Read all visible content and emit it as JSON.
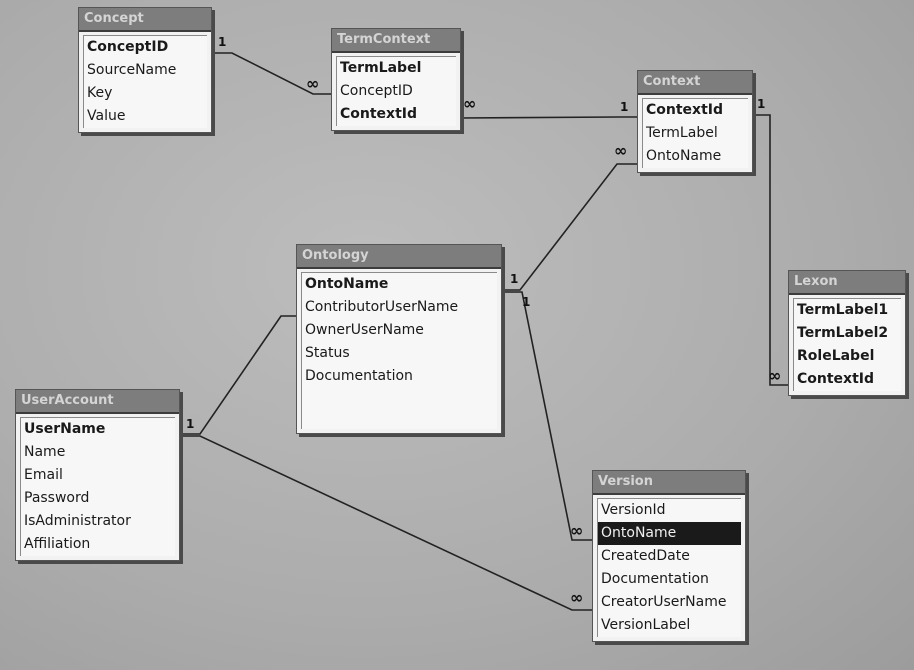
{
  "tables": {
    "concept": {
      "title": "Concept",
      "fields": [
        {
          "name": "ConceptID",
          "pk": true
        },
        {
          "name": "SourceName",
          "pk": false
        },
        {
          "name": "Key",
          "pk": false
        },
        {
          "name": "Value",
          "pk": false
        }
      ]
    },
    "termcontext": {
      "title": "TermContext",
      "fields": [
        {
          "name": "TermLabel",
          "pk": true
        },
        {
          "name": "ConceptID",
          "pk": false
        },
        {
          "name": "ContextId",
          "pk": true
        }
      ]
    },
    "context": {
      "title": "Context",
      "fields": [
        {
          "name": "ContextId",
          "pk": true
        },
        {
          "name": "TermLabel",
          "pk": false
        },
        {
          "name": "OntoName",
          "pk": false
        }
      ]
    },
    "ontology": {
      "title": "Ontology",
      "fields": [
        {
          "name": "OntoName",
          "pk": true
        },
        {
          "name": "ContributorUserName",
          "pk": false
        },
        {
          "name": "OwnerUserName",
          "pk": false
        },
        {
          "name": "Status",
          "pk": false
        },
        {
          "name": "Documentation",
          "pk": false
        }
      ]
    },
    "lexon": {
      "title": "Lexon",
      "fields": [
        {
          "name": "TermLabel1",
          "pk": true
        },
        {
          "name": "TermLabel2",
          "pk": true
        },
        {
          "name": "RoleLabel",
          "pk": true
        },
        {
          "name": "ContextId",
          "pk": true
        }
      ]
    },
    "useraccount": {
      "title": "UserAccount",
      "fields": [
        {
          "name": "UserName",
          "pk": true
        },
        {
          "name": "Name",
          "pk": false
        },
        {
          "name": "Email",
          "pk": false
        },
        {
          "name": "Password",
          "pk": false
        },
        {
          "name": "IsAdministrator",
          "pk": false
        },
        {
          "name": "Affiliation",
          "pk": false
        }
      ]
    },
    "version": {
      "title": "Version",
      "fields": [
        {
          "name": "VersionId",
          "pk": false
        },
        {
          "name": "OntoName",
          "pk": false,
          "selected": true
        },
        {
          "name": "CreatedDate",
          "pk": false
        },
        {
          "name": "Documentation",
          "pk": false
        },
        {
          "name": "CreatorUserName",
          "pk": false
        },
        {
          "name": "VersionLabel",
          "pk": false
        }
      ]
    }
  },
  "relationships": [
    {
      "id": "concept-termcontext",
      "one": "1",
      "many": "∞"
    },
    {
      "id": "termcontext-context",
      "one": "1",
      "many": "∞"
    },
    {
      "id": "context-ontology",
      "one": "1",
      "many": "∞"
    },
    {
      "id": "context-lexon",
      "one": "1",
      "many": "∞"
    },
    {
      "id": "ontology-version",
      "one": "1",
      "many": "∞"
    },
    {
      "id": "useraccount-ontology",
      "one": "1"
    },
    {
      "id": "useraccount-version",
      "many": "∞"
    }
  ]
}
